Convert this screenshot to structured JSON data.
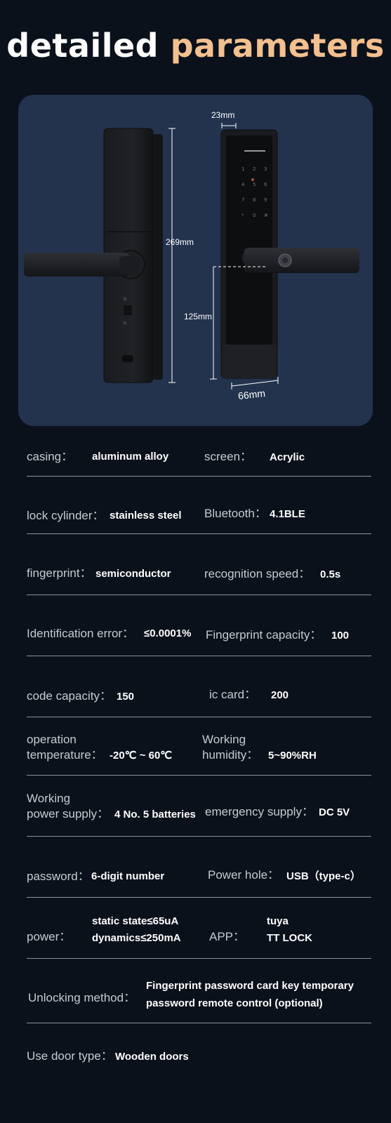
{
  "title": {
    "part1": "detailed",
    "part2": "parameters"
  },
  "dimensions": {
    "width_top": "23mm",
    "height": "269mm",
    "handle_height": "125mm",
    "depth": "66mm"
  },
  "specs": {
    "casing_label": "casing：",
    "casing_value": "aluminum alloy",
    "screen_label": "screen：",
    "screen_value": "Acrylic",
    "cylinder_label": "lock cylinder：",
    "cylinder_value": "stainless steel",
    "bluetooth_label": "Bluetooth：",
    "bluetooth_value": "4.1BLE",
    "fingerprint_label": "fingerprint：",
    "fingerprint_value": "semiconductor",
    "speed_label": "recognition speed：",
    "speed_value": "0.5s",
    "error_label": "Identification error：",
    "error_value": "≤0.0001%",
    "fp_capacity_label": "Fingerprint capacity：",
    "fp_capacity_value": "100",
    "code_capacity_label": "code capacity：",
    "code_capacity_value": "150",
    "ic_card_label": "ic card：",
    "ic_card_value": "200",
    "op_temp_label_1": "operation",
    "op_temp_label_2": "temperature：",
    "op_temp_value": "-20℃ ~ 60℃",
    "humidity_label_1": "Working",
    "humidity_label_2": "humidity：",
    "humidity_value": "5~90%RH",
    "power_supply_label_1": "Working",
    "power_supply_label_2": "power supply：",
    "power_supply_value": "4 No. 5 batteries",
    "emergency_label": "emergency supply：",
    "emergency_value": "DC 5V",
    "password_label": "password：",
    "password_value": "6-digit number",
    "power_hole_label": "Power hole：",
    "power_hole_value": "USB（type-c）",
    "power_label": "power：",
    "power_value_1": "static state≤65uA",
    "power_value_2": "dynamics≤250mA",
    "app_label": "APP：",
    "app_value_1": "tuya",
    "app_value_2": "TT LOCK",
    "unlock_label": "Unlocking method：",
    "unlock_value_1": "Fingerprint password card key temporary",
    "unlock_value_2": "password remote control (optional)",
    "door_label": "Use door type：",
    "door_value": "Wooden doors"
  }
}
